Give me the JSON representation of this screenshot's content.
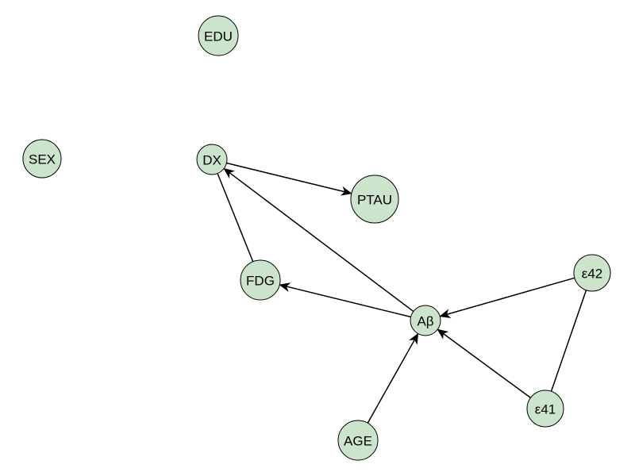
{
  "diagram": {
    "type": "causal-graph",
    "node_color": "#cce3cc",
    "edge_color": "#000000",
    "nodes": [
      {
        "id": "EDU",
        "label": "EDU"
      },
      {
        "id": "SEX",
        "label": "SEX"
      },
      {
        "id": "DX",
        "label": "DX"
      },
      {
        "id": "PTAU",
        "label": "PTAU"
      },
      {
        "id": "FDG",
        "label": "FDG"
      },
      {
        "id": "AB",
        "label": "Aβ"
      },
      {
        "id": "E42",
        "label": "ε42"
      },
      {
        "id": "E41",
        "label": "ε41"
      },
      {
        "id": "AGE",
        "label": "AGE"
      }
    ],
    "edges": [
      {
        "from": "DX",
        "to": "PTAU",
        "directed": true
      },
      {
        "from": "AB",
        "to": "DX",
        "directed": true
      },
      {
        "from": "AB",
        "to": "FDG",
        "directed": true
      },
      {
        "from": "FDG",
        "to": "DX",
        "directed": false
      },
      {
        "from": "E42",
        "to": "AB",
        "directed": true
      },
      {
        "from": "E41",
        "to": "AB",
        "directed": true
      },
      {
        "from": "AGE",
        "to": "AB",
        "directed": true
      },
      {
        "from": "E42",
        "to": "E41",
        "directed": false
      }
    ]
  }
}
